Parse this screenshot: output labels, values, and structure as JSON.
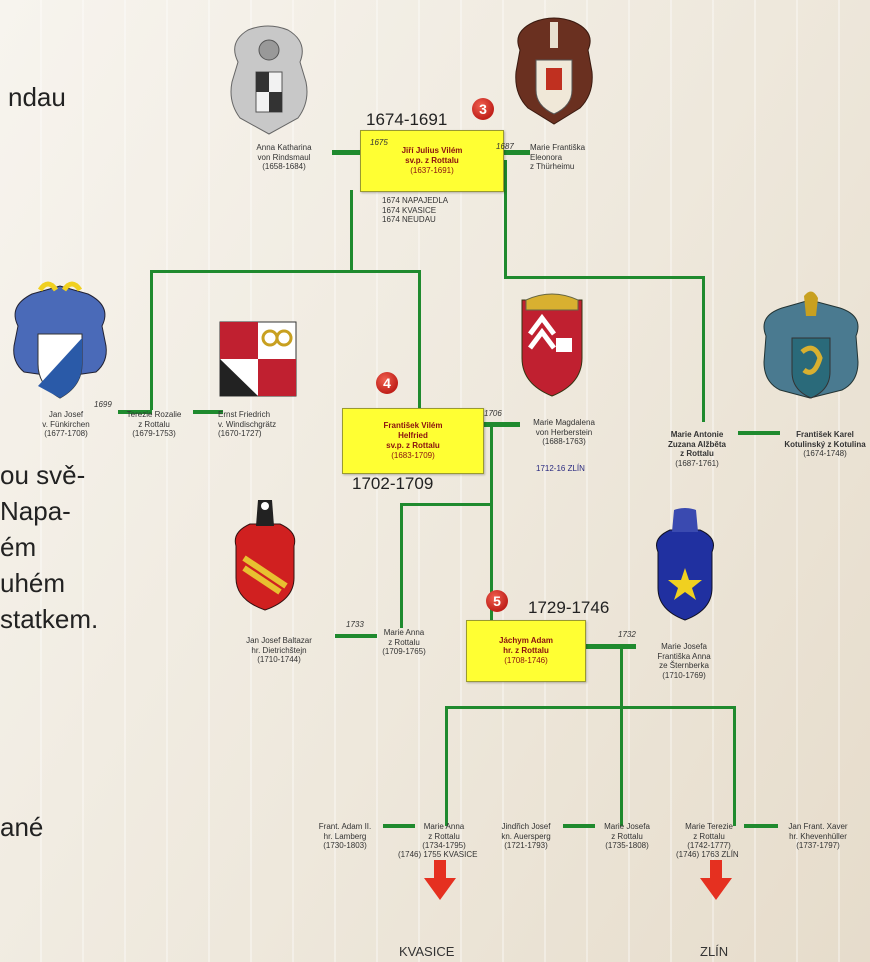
{
  "slide_text": [
    "ndau",
    "ou svě-",
    "Napa-",
    "ém",
    "uhém",
    "statkem.",
    "ané"
  ],
  "gen3": {
    "period": "1674-1691",
    "badge": "3",
    "main": {
      "name1": "Jiří Julius Vilém",
      "name2": "sv.p. z Rottalu",
      "dates": "(1637-1691)"
    },
    "wife1": {
      "l1": "Anna Katharina",
      "l2": "von Rindsmaul",
      "l3": "(1658-1684)",
      "year": "1675"
    },
    "wife2": {
      "l1": "Marie Františka",
      "l2": "Eleonora",
      "l3": "z Thürheimu",
      "year": "1687"
    },
    "notes": [
      "1674 NAPAJEDLA",
      "1674 KVASICE",
      "1674 NEUDAU"
    ]
  },
  "gen4_left": {
    "husband": {
      "l1": "Jan Josef",
      "l2": "v. Fünkirchen",
      "l3": "(1677-1708)"
    },
    "year": "1699",
    "wife": {
      "l1": "Terezie Rozalie",
      "l2": "z Rottalu",
      "l3": "(1679-1753)"
    },
    "husband2": {
      "l1": "Ernst Friedrich",
      "l2": "v. Windischgrätz",
      "l3": "(1670-1727)"
    }
  },
  "gen4": {
    "badge": "4",
    "period": "1702-1709",
    "main": {
      "name1": "František Vilém",
      "name2": "Helfried",
      "name3": "sv.p. z Rottalu",
      "dates": "(1683-1709)"
    },
    "year": "1706",
    "wife": {
      "l1": "Marie Magdalena",
      "l2": "von Herberstein",
      "l3": "(1688-1763)"
    },
    "note": "1712-16 ZLÍN"
  },
  "gen4_right": {
    "wife": {
      "l1": "Marie Antonie",
      "l2": "Zuzana Alžběta",
      "l3": "z Rottalu",
      "l4": "(1687-1761)"
    },
    "husband": {
      "l1": "František Karel",
      "l2": "Kotulinský z Kotulina",
      "l3": "(1674-1748)"
    }
  },
  "gen5_left": {
    "husband": {
      "l1": "Jan Josef Baltazar",
      "l2": "hr. Dietrichštejn",
      "l3": "(1710-1744)"
    },
    "year": "1733",
    "wife": {
      "l1": "Marie Anna",
      "l2": "z Rottalu",
      "l3": "(1709-1765)"
    }
  },
  "gen5": {
    "badge": "5",
    "period": "1729-1746",
    "main": {
      "name1": "Jáchym Adam",
      "name2": "hr. z Rottalu",
      "dates": "(1708-1746)"
    },
    "year": "1732",
    "wife": {
      "l1": "Marie Josefa",
      "l2": "Františka Anna",
      "l3": "ze Šternberka",
      "l4": "(1710-1769)"
    }
  },
  "gen6": {
    "c1_husband": {
      "l1": "Frant. Adam II.",
      "l2": "hr. Lamberg",
      "l3": "(1730-1803)"
    },
    "c1": {
      "l1": "Marie Anna",
      "l2": "z Rottalu",
      "l3": "(1734-1795)",
      "note": "(1746) 1755 KVASICE"
    },
    "c2_husband": {
      "l1": "Jindřich Josef",
      "l2": "kn. Auersperg",
      "l3": "(1721-1793)"
    },
    "c2": {
      "l1": "Marie Josefa",
      "l2": "z Rottalu",
      "l3": "(1735-1808)"
    },
    "c3": {
      "l1": "Marie Terezie",
      "l2": "z Rottalu",
      "l3": "(1742-1777)",
      "note": "(1746) 1763 ZLÍN"
    },
    "c3_husband": {
      "l1": "Jan Frant. Xaver",
      "l2": "hr. Khevenhüller",
      "l3": "(1737-1797)"
    }
  },
  "destinations": {
    "left": "KVASICE",
    "right": "ZLÍN"
  },
  "colors": {
    "line": "#1f8a2e",
    "box": "#ffff33",
    "arrow": "#e53020",
    "badge": "#c0201a"
  }
}
